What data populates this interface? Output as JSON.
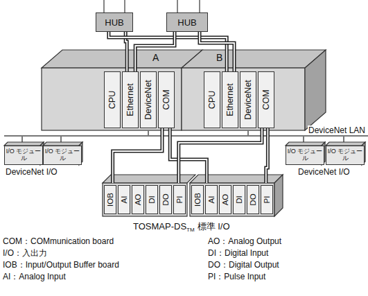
{
  "diagram": {
    "nodes": [
      {
        "text": [
          "HUB"
        ]
      },
      {
        "text": [
          "HUB"
        ]
      },
      {
        "text": [
          "A"
        ]
      },
      {
        "text": [
          "CPU"
        ],
        "in": 2
      },
      {
        "text": [
          "Ethernet"
        ],
        "in": 2
      },
      {
        "text": [
          "DeviceNet"
        ],
        "in": 2
      },
      {
        "text": [
          "COM"
        ],
        "in": 2
      },
      {
        "text": [
          "B"
        ]
      },
      {
        "text": [
          "CPU"
        ],
        "in": 7
      },
      {
        "text": [
          "Ethernet"
        ],
        "in": 7
      },
      {
        "text": [
          "DeviceNet"
        ],
        "in": 7
      },
      {
        "text": [
          "COM"
        ],
        "in": 7
      },
      {
        "text": [
          "I/O モジュール"
        ]
      },
      {
        "text": [
          "I/O モジュール"
        ]
      },
      {
        "text": [
          "I/O モジュール"
        ]
      },
      {
        "text": [
          "I/O モジュール"
        ]
      },
      {
        "text": []
      },
      {
        "text": [
          "IOB"
        ],
        "in": 16
      },
      {
        "text": [
          "AI"
        ],
        "in": 16
      },
      {
        "text": [
          "AO"
        ],
        "in": 16
      },
      {
        "text": [
          "DI"
        ],
        "in": 16
      },
      {
        "text": [
          "DO"
        ],
        "in": 16
      },
      {
        "text": [
          "PI"
        ],
        "in": 16
      },
      {
        "text": []
      },
      {
        "text": [
          "IOB"
        ],
        "in": 23
      },
      {
        "text": [
          "AI"
        ],
        "in": 23
      },
      {
        "text": [
          "AO"
        ],
        "in": 23
      },
      {
        "text": [
          "DI"
        ],
        "in": 23
      },
      {
        "text": [
          "DO"
        ],
        "in": 23
      },
      {
        "text": [
          "PI"
        ],
        "in": 23
      }
    ],
    "edges": [
      {
        "from": 0,
        "to": 4,
        "arrow": "none"
      },
      {
        "from": 0,
        "to": 9,
        "arrow": "none"
      },
      {
        "from": 1,
        "to": 4,
        "arrow": "none"
      },
      {
        "from": 1,
        "to": 9,
        "arrow": "none"
      },
      {
        "from": 6,
        "to": 16,
        "arrow": "none"
      },
      {
        "from": 6,
        "to": 23,
        "arrow": "none"
      },
      {
        "from": 11,
        "to": 23,
        "arrow": "none"
      },
      {
        "from": 11,
        "to": 16,
        "arrow": "none"
      }
    ],
    "labels": [
      "DeviceNet LAN",
      "DeviceNet I/O",
      "DeviceNet I/O",
      "TOSMAP-DS",
      "TM",
      "標準 I/O",
      "COM：COMmunication board",
      "AO：Analog Output",
      "I/O：入出力",
      "DI：Digital Input",
      "IOB：Input/Output Buffer board",
      "DO：Digital Output",
      "AI：Analog Input",
      "PI：Pulse Input"
    ]
  }
}
